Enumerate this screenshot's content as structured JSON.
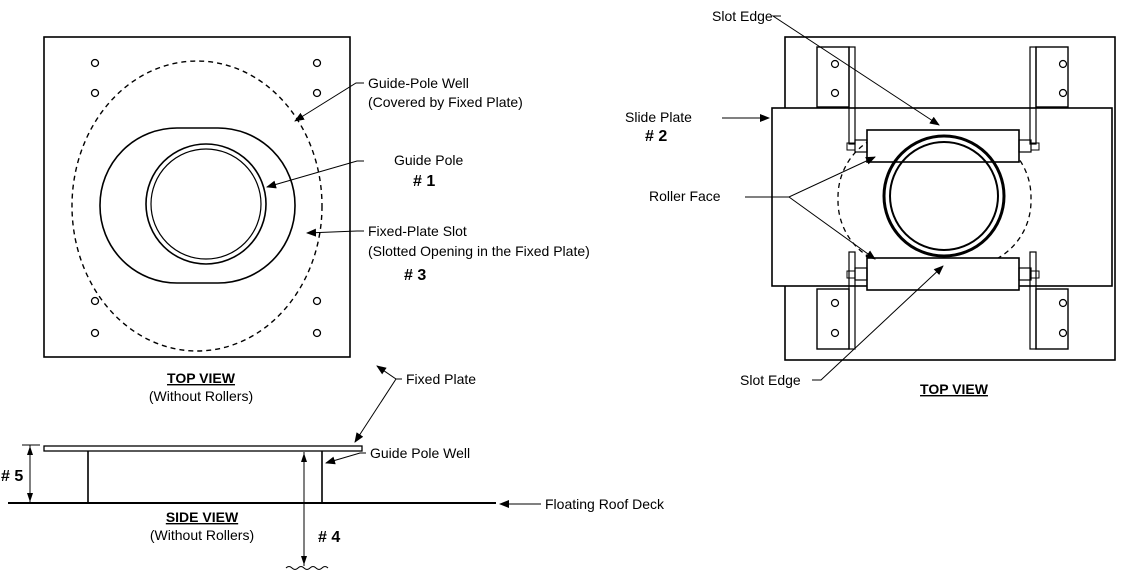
{
  "labels": {
    "guide_pole_well": "Guide-Pole Well",
    "guide_pole_well_note": "(Covered by Fixed Plate)",
    "guide_pole": "Guide Pole",
    "num_1": "# 1",
    "fixed_plate_slot": "Fixed-Plate Slot",
    "fixed_plate_slot_note": "(Slotted Opening in the Fixed Plate)",
    "num_3": "# 3",
    "fixed_plate": "Fixed Plate",
    "top_view_left": "TOP VIEW",
    "without_rollers_top": "(Without Rollers)",
    "guide_pole_well_side": "Guide Pole Well",
    "num_5": "# 5",
    "floating_roof_deck": "Floating Roof Deck",
    "side_view": "SIDE VIEW",
    "without_rollers_side": "(Without Rollers)",
    "num_4": "# 4",
    "slot_edge_top": "Slot Edge",
    "slide_plate": "Slide Plate",
    "num_2": "# 2",
    "roller_face": "Roller Face",
    "slot_edge_bottom": "Slot Edge",
    "top_view_right": "TOP VIEW"
  }
}
